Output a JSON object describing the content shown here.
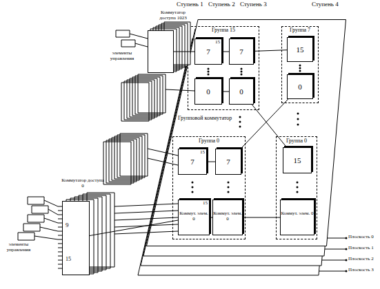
{
  "diagram": {
    "nodes": [
      {
        "text": [
          "Групповой коммутатор"
        ]
      },
      {
        "text": [
          "Группа 15"
        ],
        "in": 0
      },
      {
        "text": [
          "Группа 7"
        ],
        "in": 0
      },
      {
        "text": [
          "Группа 0"
        ],
        "in": 0
      },
      {
        "text": [
          "Группа 0"
        ],
        "in": 0
      },
      {
        "text": [
          "7",
          "15"
        ],
        "in": 1
      },
      {
        "text": [
          "0"
        ],
        "in": 1
      },
      {
        "text": [
          "7"
        ],
        "in": 1
      },
      {
        "text": [
          "0"
        ],
        "in": 1
      },
      {
        "text": [
          "15"
        ],
        "in": 2
      },
      {
        "text": [
          "0"
        ],
        "in": 2
      },
      {
        "text": [
          "7",
          "15"
        ],
        "in": 3
      },
      {
        "text": [
          "Коммут. элем. 0",
          "15"
        ],
        "in": 3
      },
      {
        "text": [
          "7"
        ],
        "in": 3
      },
      {
        "text": [
          "Коммут. элем. 0"
        ],
        "in": 3
      },
      {
        "text": [
          "15"
        ],
        "in": 4
      },
      {
        "text": [
          "Коммут. элем. 0"
        ],
        "in": 4
      },
      {
        "text": [
          "Коммутатор доступа 1023"
        ]
      },
      {
        "text": [
          "Коммутатор доступа 0",
          "9",
          "15"
        ]
      }
    ],
    "edges": [
      {
        "from": 5,
        "to": 7,
        "arrow": "none"
      },
      {
        "from": 6,
        "to": 8,
        "arrow": "none"
      },
      {
        "from": 11,
        "to": 13,
        "arrow": "none"
      },
      {
        "from": 12,
        "to": 14,
        "arrow": "none"
      },
      {
        "from": 7,
        "to": 9,
        "arrow": "none"
      },
      {
        "from": 8,
        "to": 15,
        "arrow": "none"
      },
      {
        "from": 13,
        "to": 10,
        "arrow": "none"
      },
      {
        "from": 14,
        "to": 16,
        "arrow": "none"
      },
      {
        "from": 17,
        "to": 5,
        "arrow": "none"
      },
      {
        "from": 18,
        "to": 12,
        "arrow": "none"
      }
    ],
    "labels": [
      "Ступень 1",
      "Ступень 2",
      "Ступень 3",
      "Ступень 4",
      "элементы управления",
      "элементы управления",
      "Плоскость 0",
      "Плоскость 1",
      "Плоскость 2",
      "Плоскость 3"
    ]
  }
}
